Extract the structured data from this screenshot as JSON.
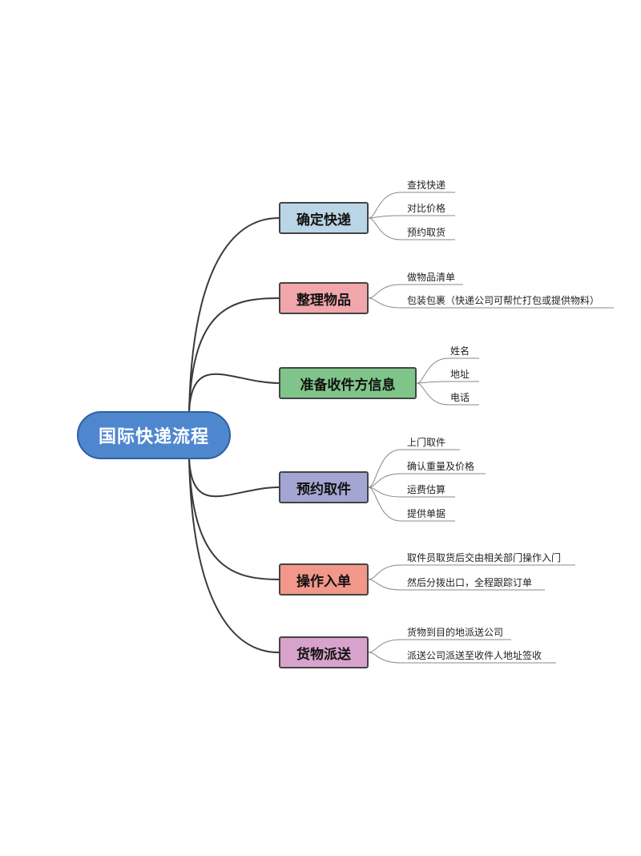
{
  "root": {
    "label": "国际快递流程"
  },
  "colors": {
    "root_fill": "#4f87cf",
    "line": "#3a3a3a",
    "leaf_line": "#888888"
  },
  "branches": [
    {
      "label": "确定快递",
      "color": "#b9d5e6",
      "items": [
        "查找快递",
        "对比价格",
        "预约取货"
      ]
    },
    {
      "label": "整理物品",
      "color": "#f1a6ab",
      "items": [
        "做物品清单",
        "包装包裹（快递公司可帮忙打包或提供物料）"
      ]
    },
    {
      "label": "准备收件方信息",
      "color": "#7fc58a",
      "items": [
        "姓名",
        "地址",
        "电话"
      ]
    },
    {
      "label": "预约取件",
      "color": "#a3a6d3",
      "items": [
        "上门取件",
        "确认重量及价格",
        "运费估算",
        "提供单据"
      ]
    },
    {
      "label": "操作入单",
      "color": "#f2978a",
      "items": [
        "取件员取货后交由相关部门操作入门",
        "然后分拨出口，全程跟踪订单"
      ]
    },
    {
      "label": "货物派送",
      "color": "#d7a3cc",
      "items": [
        "货物到目的地派送公司",
        "派送公司派送至收件人地址签收"
      ]
    }
  ]
}
